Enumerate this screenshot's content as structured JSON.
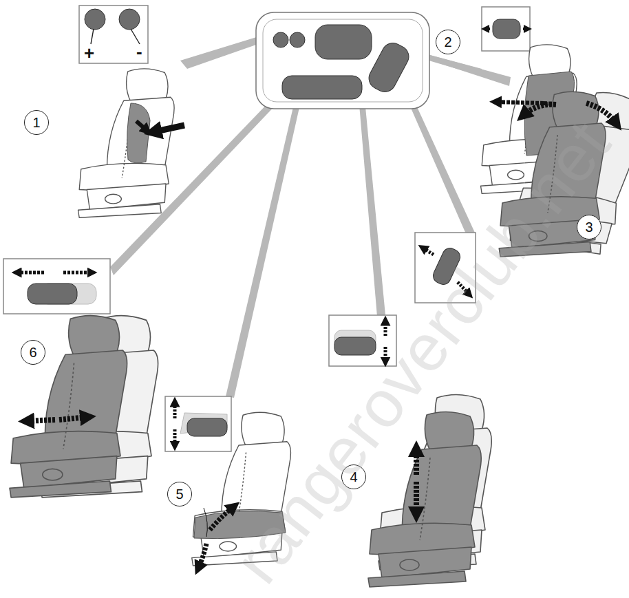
{
  "diagram": {
    "labels": [
      "+",
      "-",
      "1",
      "2",
      "3",
      "4",
      "5",
      "6",
      "rangeroverclub.net"
    ]
  }
}
